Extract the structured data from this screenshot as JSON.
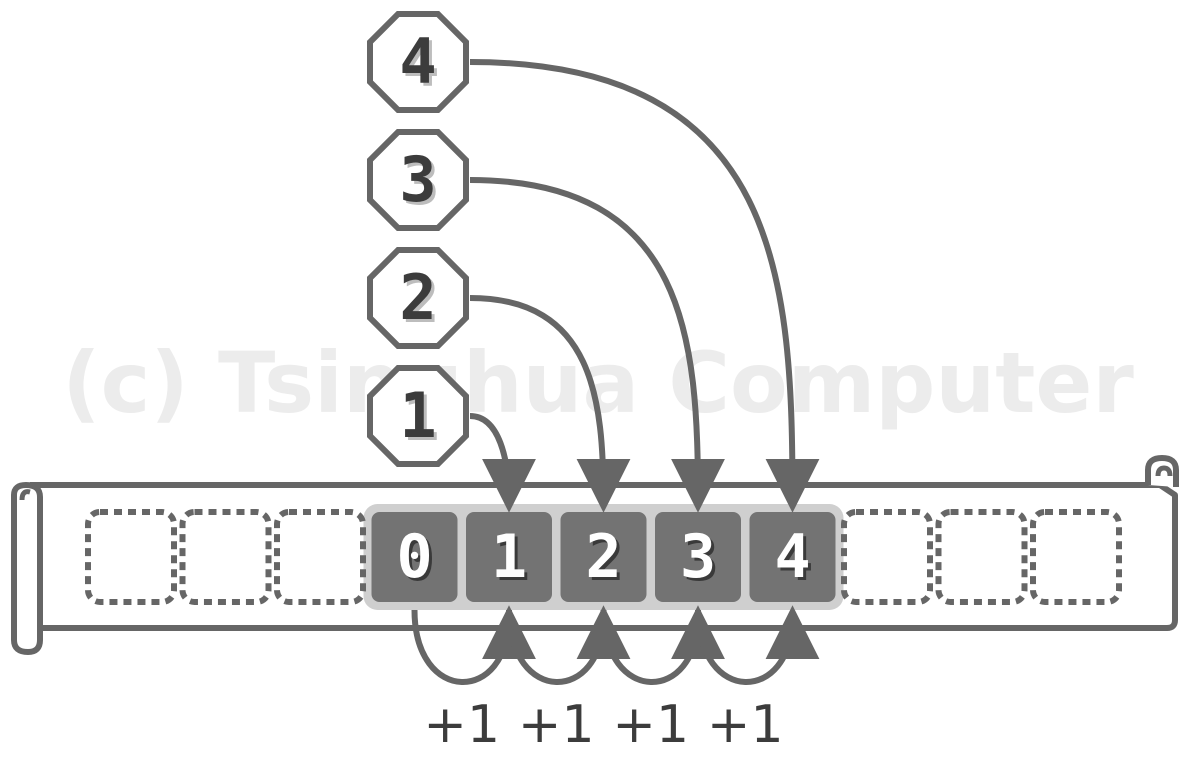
{
  "watermark": "(c) Tsinghua Computer",
  "cells": {
    "empty_left_count": 3,
    "filled": [
      "0",
      "1",
      "2",
      "3",
      "4"
    ],
    "empty_right_count": 3
  },
  "octagons": [
    {
      "label": "1",
      "target_index": 1
    },
    {
      "label": "2",
      "target_index": 2
    },
    {
      "label": "3",
      "target_index": 3
    },
    {
      "label": "4",
      "target_index": 4
    }
  ],
  "increments": [
    "+1",
    "+1",
    "+1",
    "+1"
  ],
  "colors": {
    "stroke": "#666666",
    "filled_cell": "#737373",
    "filled_cell_border": "#cfcfcf",
    "octagon_fill": "#ffffff",
    "scroll_fill": "#ffffff",
    "watermark": "#ececec"
  }
}
